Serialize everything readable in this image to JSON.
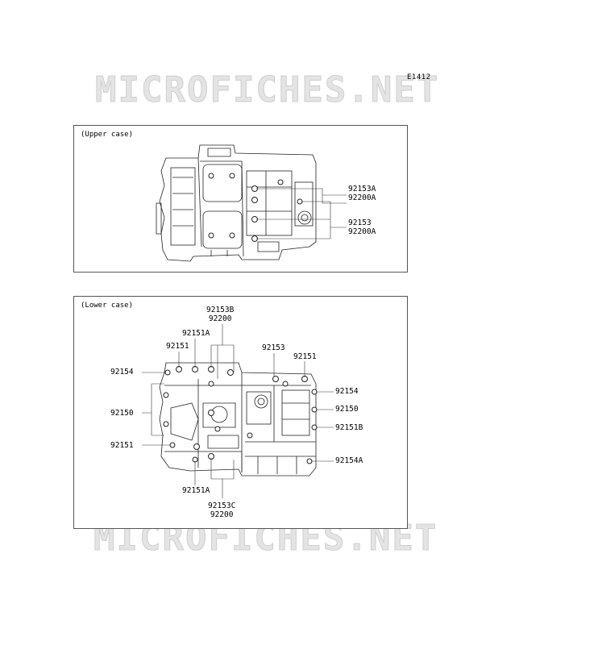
{
  "diagram_code": "E1412",
  "watermark": "MICROFICHES.NET",
  "upper_case": {
    "title": "(Upper case)",
    "callouts": [
      {
        "id": "u1",
        "lines": [
          "92153A",
          "92200A"
        ]
      },
      {
        "id": "u2",
        "lines": [
          "92153",
          "92200A"
        ]
      }
    ]
  },
  "lower_case": {
    "title": "(Lower case)",
    "callouts": [
      {
        "id": "l_top_b",
        "lines": [
          "92153B",
          "92200"
        ]
      },
      {
        "id": "l_151a_top",
        "lines": [
          "92151A"
        ]
      },
      {
        "id": "l_151_top",
        "lines": [
          "92151"
        ]
      },
      {
        "id": "l_153_top",
        "lines": [
          "92153"
        ]
      },
      {
        "id": "l_151_right_top",
        "lines": [
          "92151"
        ]
      },
      {
        "id": "l_154_left",
        "lines": [
          "92154"
        ]
      },
      {
        "id": "l_150_left",
        "lines": [
          "92150"
        ]
      },
      {
        "id": "l_151_left",
        "lines": [
          "92151"
        ]
      },
      {
        "id": "l_154_right",
        "lines": [
          "92154"
        ]
      },
      {
        "id": "l_150_right",
        "lines": [
          "92150"
        ]
      },
      {
        "id": "l_151b_right",
        "lines": [
          "92151B"
        ]
      },
      {
        "id": "l_154a_right",
        "lines": [
          "92154A"
        ]
      },
      {
        "id": "l_151a_bottom",
        "lines": [
          "92151A"
        ]
      },
      {
        "id": "l_153c_bottom",
        "lines": [
          "92153C",
          "92200"
        ]
      }
    ]
  }
}
